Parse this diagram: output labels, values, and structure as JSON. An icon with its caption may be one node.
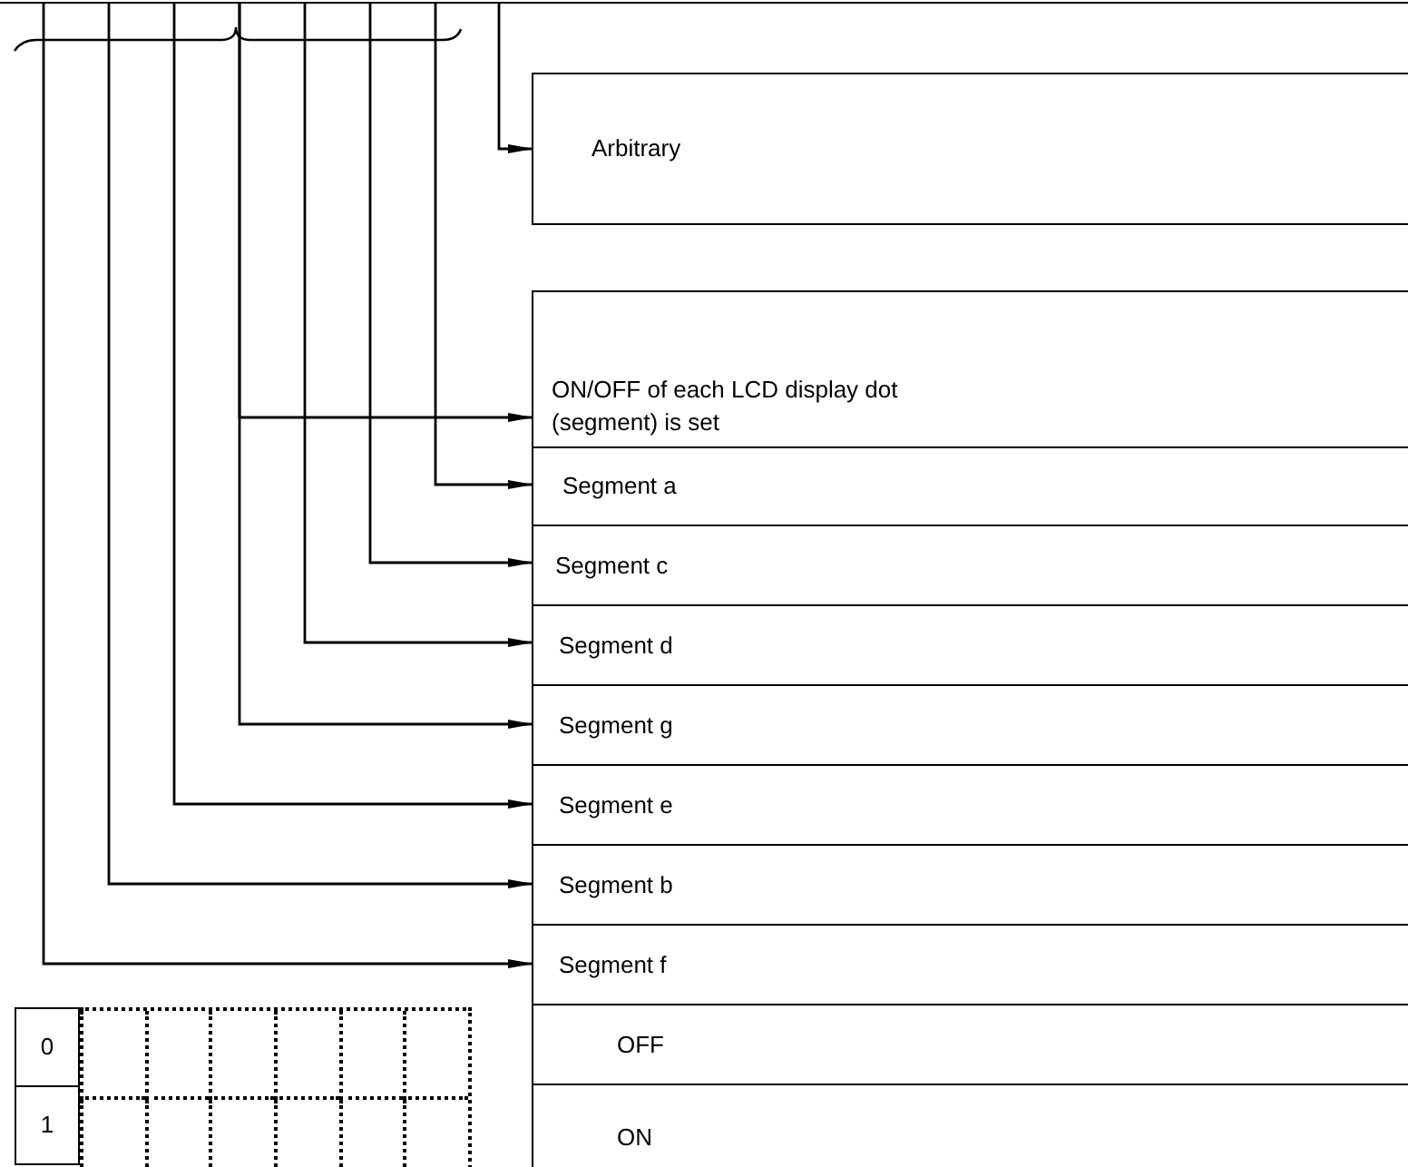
{
  "diagram": {
    "nodes": [
      {
        "text": [],
        "shape": "bar"
      },
      {
        "text": [
          "Arbitrary"
        ]
      },
      {
        "text": [
          "ON/OFF of each LCD display dot (segment) is set"
        ]
      },
      {
        "text": [
          "Segment a"
        ]
      },
      {
        "text": [
          "Segment c"
        ]
      },
      {
        "text": [
          "Segment d"
        ]
      },
      {
        "text": [
          "Segment g"
        ]
      },
      {
        "text": [
          "Segment e"
        ]
      },
      {
        "text": [
          "Segment b"
        ]
      },
      {
        "text": [
          "Segment f"
        ]
      },
      {
        "text": [
          "OFF"
        ]
      },
      {
        "text": [
          "ON"
        ]
      }
    ],
    "edges": [
      {
        "from": 0,
        "to": 1,
        "arrow": "to"
      },
      {
        "from": 0,
        "to": 2,
        "arrow": "to"
      },
      {
        "from": 0,
        "to": 3,
        "arrow": "to"
      },
      {
        "from": 0,
        "to": 4,
        "arrow": "to"
      },
      {
        "from": 0,
        "to": 5,
        "arrow": "to"
      },
      {
        "from": 0,
        "to": 6,
        "arrow": "to"
      },
      {
        "from": 0,
        "to": 7,
        "arrow": "to"
      },
      {
        "from": 0,
        "to": 8,
        "arrow": "to"
      },
      {
        "from": 0,
        "to": 9,
        "arrow": "to"
      }
    ],
    "labels": [
      "0",
      "1"
    ]
  }
}
